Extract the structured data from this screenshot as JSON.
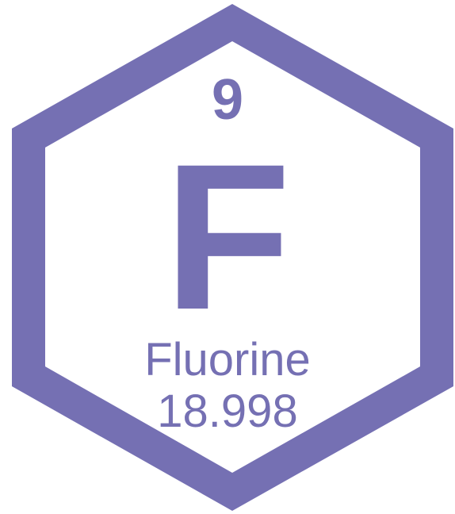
{
  "element": {
    "atomic_number": "9",
    "symbol": "F",
    "name": "Fluorine",
    "atomic_mass": "18.998"
  },
  "colors": {
    "accent": "#7570b3",
    "background": "#ffffff"
  }
}
